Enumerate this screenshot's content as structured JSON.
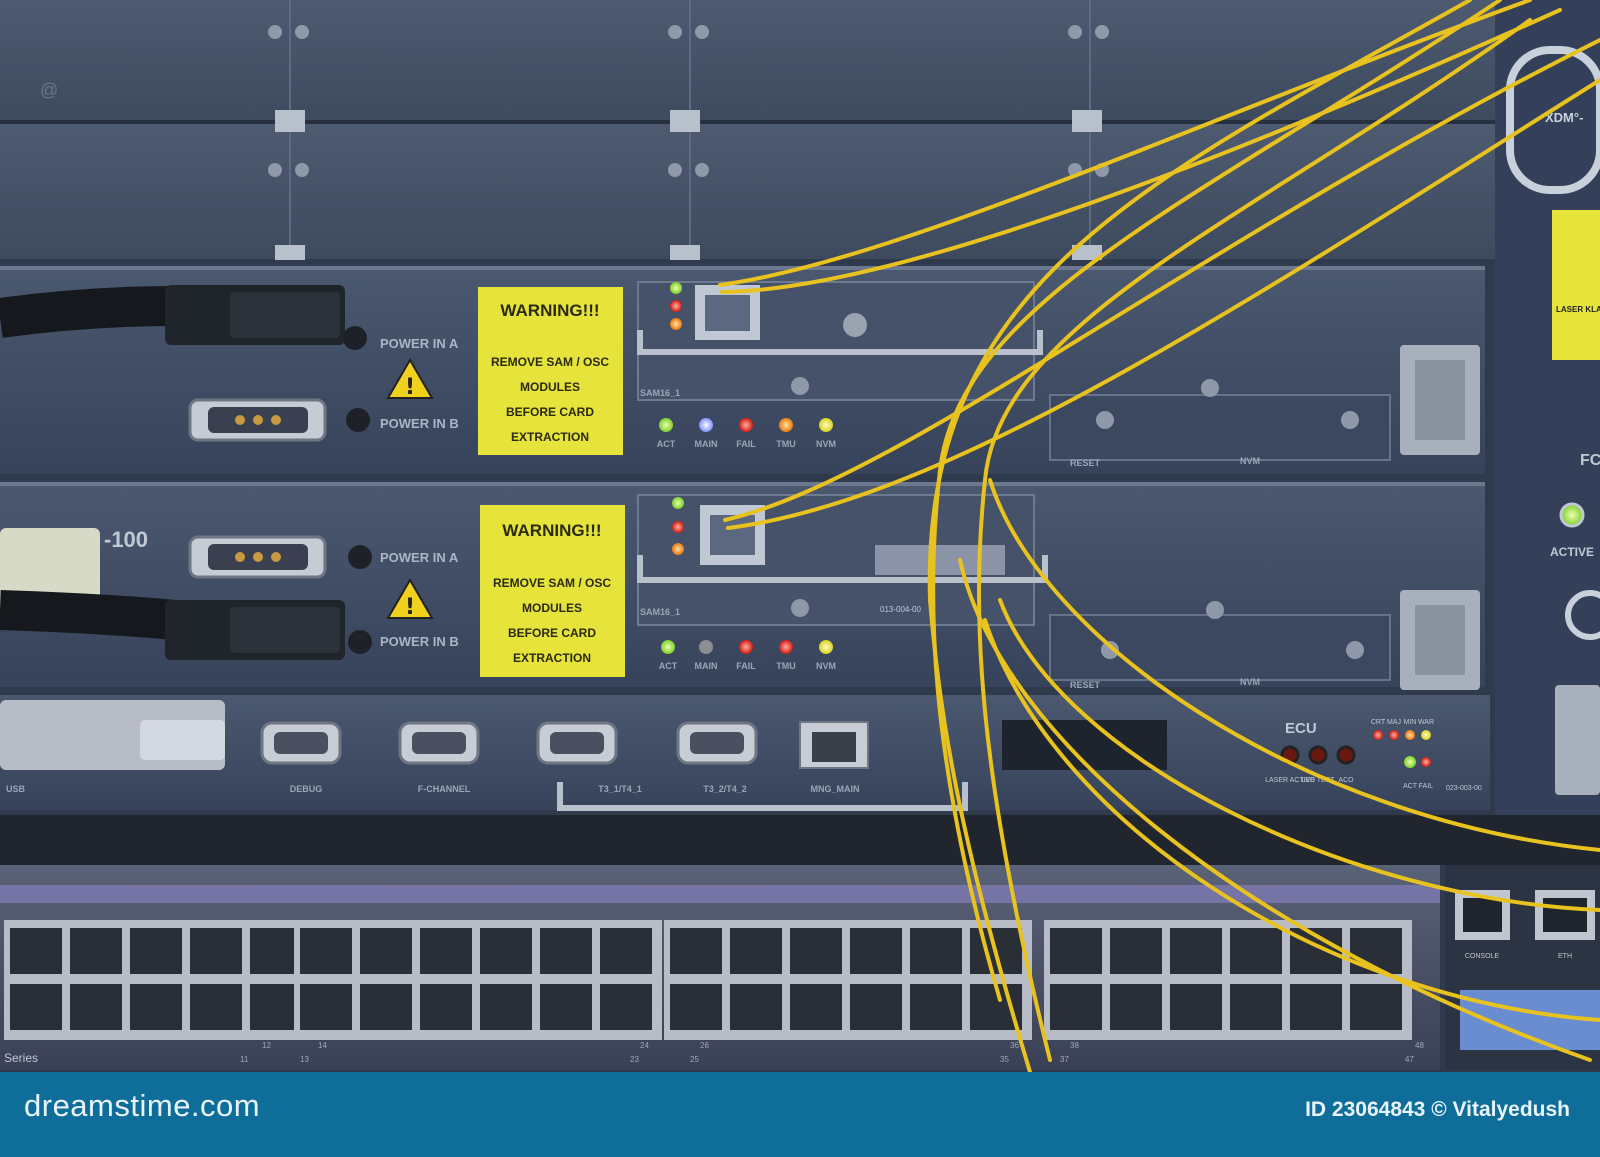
{
  "watermark": {
    "brand": "dreamstime.com",
    "image_id": "ID 23064843 © Vitalyedush"
  },
  "device_top_label": "XDM°-",
  "module_a": {
    "warning": {
      "title": "WARNING!!!",
      "lines": [
        "REMOVE SAM / OSC",
        "MODULES",
        "BEFORE CARD",
        "EXTRACTION"
      ]
    },
    "power_in_a": "POWER IN A",
    "power_in_b": "POWER IN B",
    "sam_label": "SAM16_1",
    "led_labels": [
      "ACT",
      "MAIN",
      "FAIL",
      "TMU",
      "NVM"
    ],
    "reset": "RESET",
    "nvm": "NVM"
  },
  "module_b": {
    "model_suffix": "-100",
    "warning": {
      "title": "WARNING!!!",
      "lines": [
        "REMOVE SAM / OSC",
        "MODULES",
        "BEFORE CARD",
        "EXTRACTION"
      ]
    },
    "power_in_a": "POWER IN A",
    "power_in_b": "POWER IN B",
    "sam_label": "SAM16_1",
    "part_no": "013-004-00",
    "led_labels": [
      "ACT",
      "MAIN",
      "FAIL",
      "TMU",
      "NVM"
    ],
    "reset": "RESET",
    "nvm": "NVM"
  },
  "io_row": {
    "labels": [
      "USB",
      "DEBUG",
      "F-CHANNEL",
      "T3_1/T4_1",
      "T3_2/T4_2",
      "MNG_MAIN"
    ],
    "ecu": "ECU",
    "ecu_buttons": [
      "LASER ACTIVE",
      "LED TEST",
      "ACO"
    ],
    "alarm_labels": [
      "CRT",
      "MAJ",
      "MIN",
      "WAR"
    ],
    "alarm_side": [
      "ACT",
      "FAIL"
    ],
    "part_no": "023-003-00"
  },
  "right_side": {
    "active": "ACTIVE",
    "laser_label": "LASER KLA",
    "fc": "FC",
    "console": "CONSOLE",
    "eth": "ETH"
  },
  "switch": {
    "series": "Series",
    "port_numbers_bottom": [
      "11",
      "13",
      "23",
      "25",
      "35",
      "37",
      "47"
    ],
    "port_numbers_top": [
      "12",
      "14",
      "24",
      "26",
      "36",
      "38",
      "48"
    ]
  },
  "colors": {
    "footer": "#0f6d9a",
    "fiber": "#e8c21e",
    "chassis": "#3d4a5e",
    "warning_label": "#e6e33a"
  }
}
